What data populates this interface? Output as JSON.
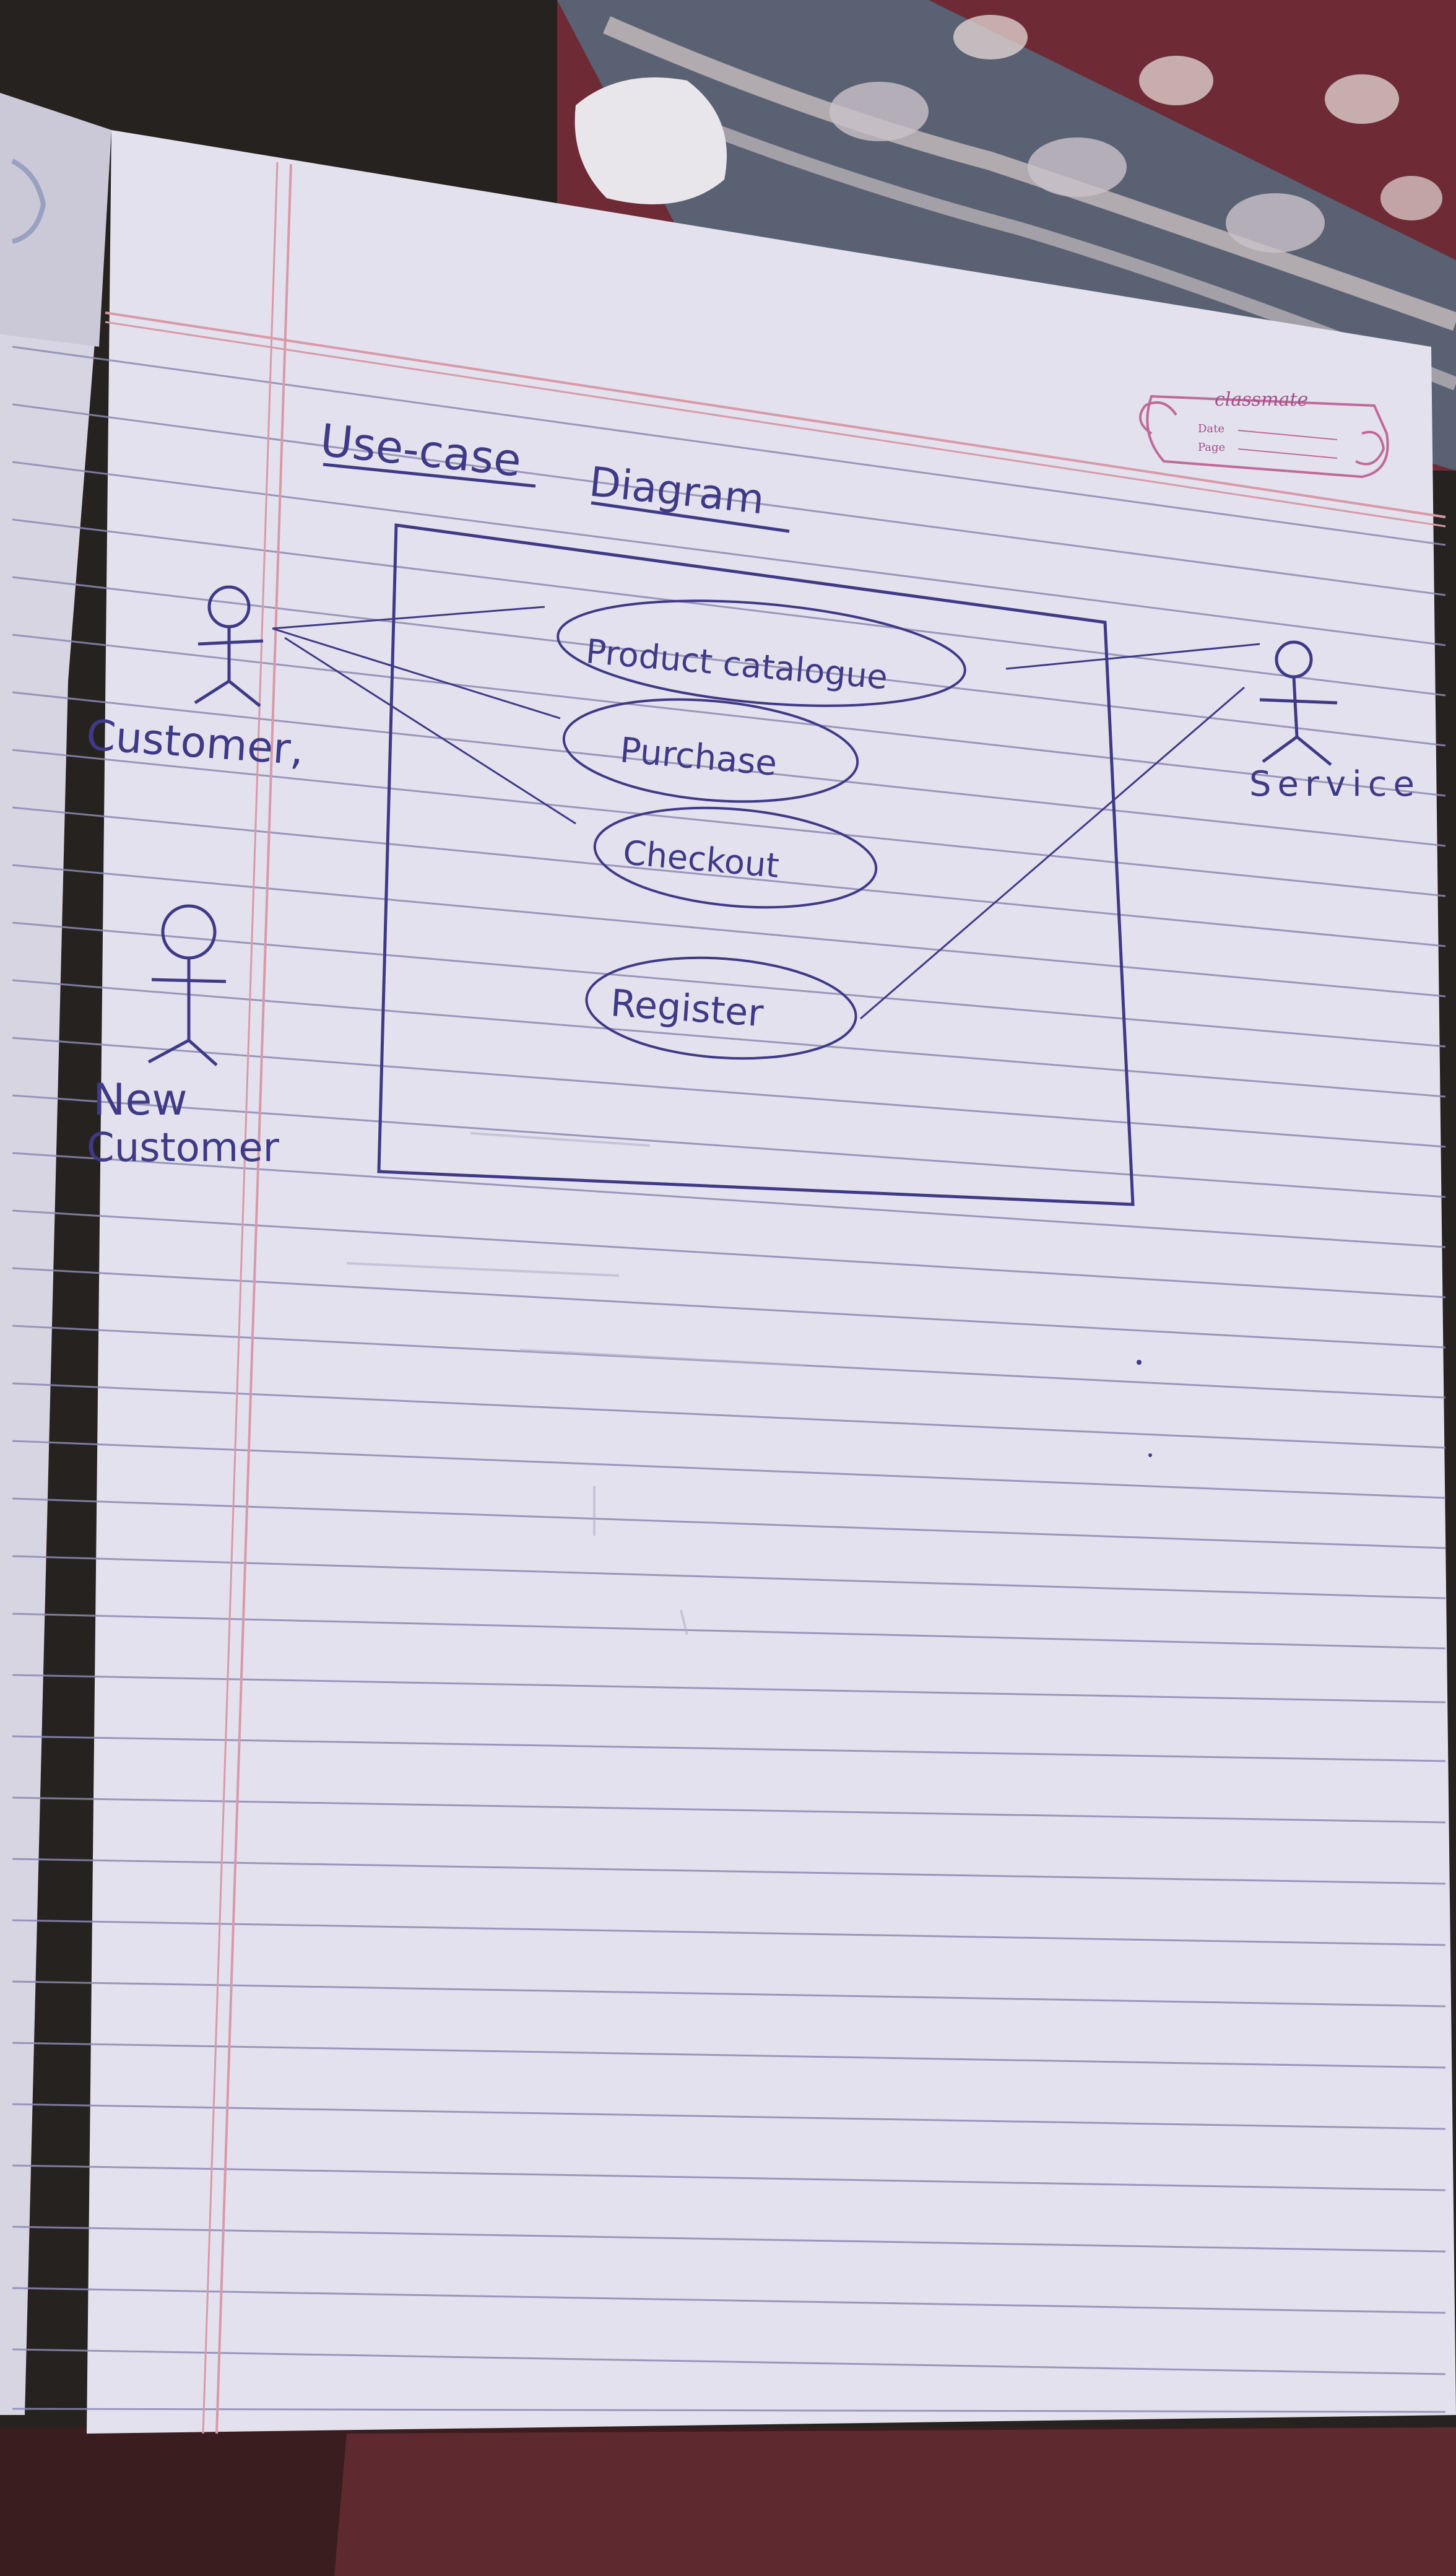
{
  "notebook_brand": {
    "name": "classmate",
    "date_label": "Date",
    "page_label": "Page"
  },
  "heading": {
    "word_1": "Use-case",
    "word_2": "Diagram"
  },
  "actors": {
    "customer": "Customer,",
    "service": "Service",
    "new_customer_line_1": "New",
    "new_customer_line_2": "Customer"
  },
  "use_cases": {
    "product_catalogue": "Product catalogue",
    "purchase": "Purchase",
    "checkout": "Checkout",
    "register": "Register"
  },
  "colors": {
    "ink": "#3f3a86",
    "paper": "#e4e1ee",
    "ruled_line": "#8c8ab2",
    "margin_line": "#d89aa8",
    "brand_pink": "#a0528a",
    "cloth_red": "#7a2f3a",
    "cloth_grey": "#5b6374"
  }
}
